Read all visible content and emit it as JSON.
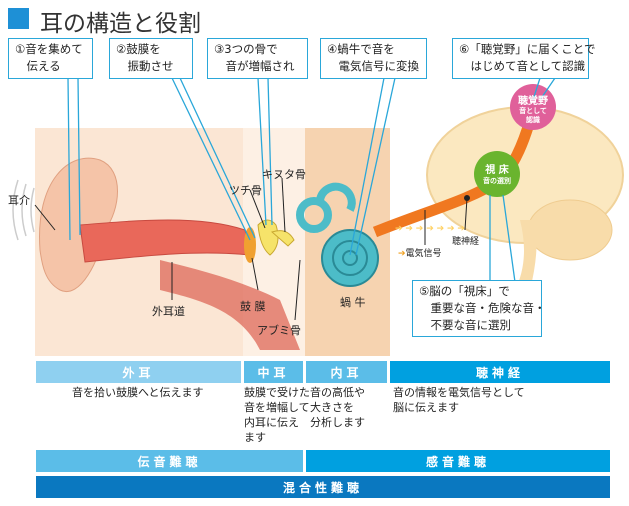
{
  "title": "耳の構造と役割",
  "callouts": [
    "①音を集めて\n　伝える",
    "②鼓膜を\n　振動させ",
    "③3つの骨で\n　音が増幅され",
    "④蝸牛で音を\n　電気信号に変換",
    "⑤脳の「視床」で\n　重要な音・危険な音・\n　不要な音に選別",
    "⑥「聴覚野」に届くことで\n　はじめて音として認識"
  ],
  "labels": {
    "pinna": "耳介",
    "ear_canal": "外耳道",
    "eardrum": "鼓 膜",
    "malleus": "ツチ骨",
    "incus": "キヌタ骨",
    "stapes": "アブミ骨",
    "cochlea": "蝸 牛",
    "signal": "電気信号",
    "nerve": "聴神経"
  },
  "brain": {
    "auditory_cortex": "聴覚野",
    "auditory_cortex_sub": "音として認識",
    "thalamus": "視 床",
    "thalamus_sub": "音の選別"
  },
  "sections": [
    {
      "name": "外耳",
      "desc": "音を拾い鼓膜へと伝えます"
    },
    {
      "name": "中耳",
      "desc": "鼓膜で受けた\n音を増幅して\n内耳に伝え\nます"
    },
    {
      "name": "内耳",
      "desc": "音の高低や\n大きさを\n分析します"
    },
    {
      "name": "聴神経",
      "desc": "音の情報を電気信号として\n脳に伝えます"
    }
  ],
  "hearing_loss": {
    "conductive": "伝音難聴",
    "sensorineural": "感音難聴",
    "mixed": "混合性難聴"
  },
  "colors": {
    "accent": "#1e90d6",
    "light_blue": "#8fd0f0",
    "mid_blue": "#5bbde8",
    "blue": "#00a0e0",
    "dark_blue": "#0a78c0",
    "pink": "#e0609a",
    "green": "#6ab42e",
    "nerve": "#f07820"
  }
}
